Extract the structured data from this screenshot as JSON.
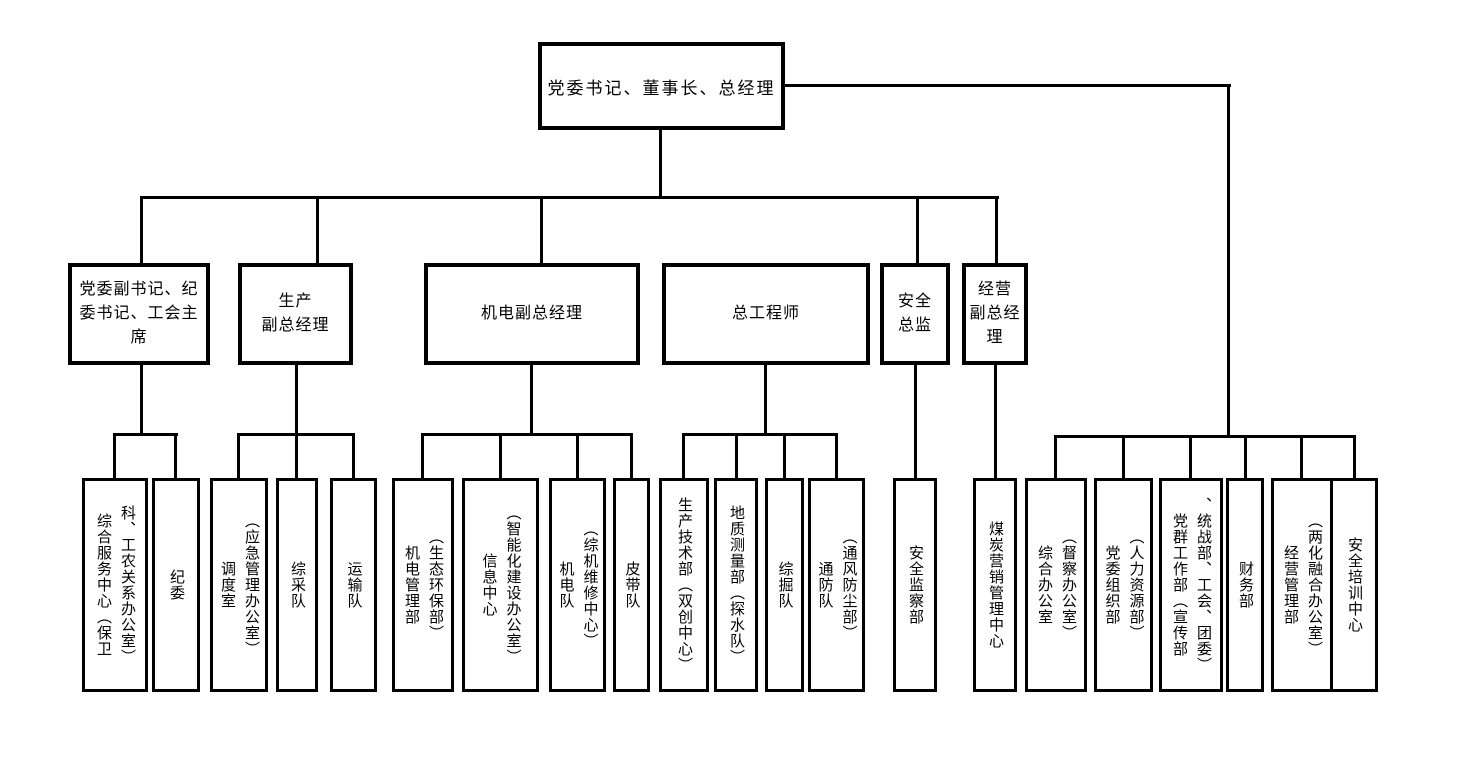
{
  "org_chart": {
    "root": {
      "label": "党委书记、董事长、总经理",
      "text": "党委书记、董事长、总经理"
    },
    "executives": [
      {
        "label": "党委副书记、纪委书记、工会主席",
        "text": "党委副书记、纪\n委书记、工会主\n席",
        "children": [
          {
            "label": "综合服务中心（保卫科、工农关系办公室）",
            "text": "综合服务中心（保卫\n科、工农关系办公室）"
          },
          {
            "label": "纪委",
            "text": "纪委"
          }
        ]
      },
      {
        "label": "生产副总经理",
        "text": "生产\n副总经理",
        "children": [
          {
            "label": "调度室（应急管理办公室）",
            "text": "调度室\n（应急管理办公室）"
          },
          {
            "label": "综采队",
            "text": "综采队"
          },
          {
            "label": "运输队",
            "text": "运输队"
          }
        ]
      },
      {
        "label": "机电副总经理",
        "text": "机电副总经理",
        "children": [
          {
            "label": "机电管理部（生态环保部）",
            "text": "机电管理部\n（生态环保部）"
          },
          {
            "label": "信息中心（智能化建设办公室）",
            "text": "信息中心\n（智能化建设办公室）"
          },
          {
            "label": "机电队（综机维修中心）",
            "text": "机电队\n（综机维修中心）"
          },
          {
            "label": "皮带队",
            "text": "皮带队"
          }
        ]
      },
      {
        "label": "总工程师",
        "text": "总工程师",
        "children": [
          {
            "label": "生产技术部（双创中心）",
            "text": "生产技术部（双创中心）"
          },
          {
            "label": "地质测量部（探水队）",
            "text": "地质测量部（探水队）"
          },
          {
            "label": "综掘队",
            "text": "综掘队"
          },
          {
            "label": "通防队（通风防尘部）",
            "text": "通防队\n（通风防尘部）"
          }
        ]
      },
      {
        "label": "安全总监",
        "text": "安全\n总监",
        "children": [
          {
            "label": "安全监察部",
            "text": "安全监察部"
          }
        ]
      },
      {
        "label": "经营副总经理",
        "text": "经营\n副总经\n理",
        "children": [
          {
            "label": "煤炭营销管理中心",
            "text": "煤炭营销管理中心"
          }
        ]
      }
    ],
    "root_direct_departments": [
      {
        "label": "综合办公室（督察办公室）",
        "text": "综合办公室\n（督察办公室）"
      },
      {
        "label": "党委组织部（人力资源部）",
        "text": "党委组织部\n（人力资源部）"
      },
      {
        "label": "党群工作部（宣传部、统战部、工会、团委）",
        "text": "党群工作部（宣传部\n、统战部、工会、团委）"
      },
      {
        "label": "财务部",
        "text": "财务部"
      },
      {
        "label": "经营管理部（两化融合办公室）",
        "text": "经营管理部\n（两化融合办公室）"
      },
      {
        "label": "安全培训中心",
        "text": "安全培训中心"
      }
    ],
    "colors": {
      "line": "#000000",
      "background": "#ffffff",
      "box_fill": "#ffffff"
    }
  }
}
